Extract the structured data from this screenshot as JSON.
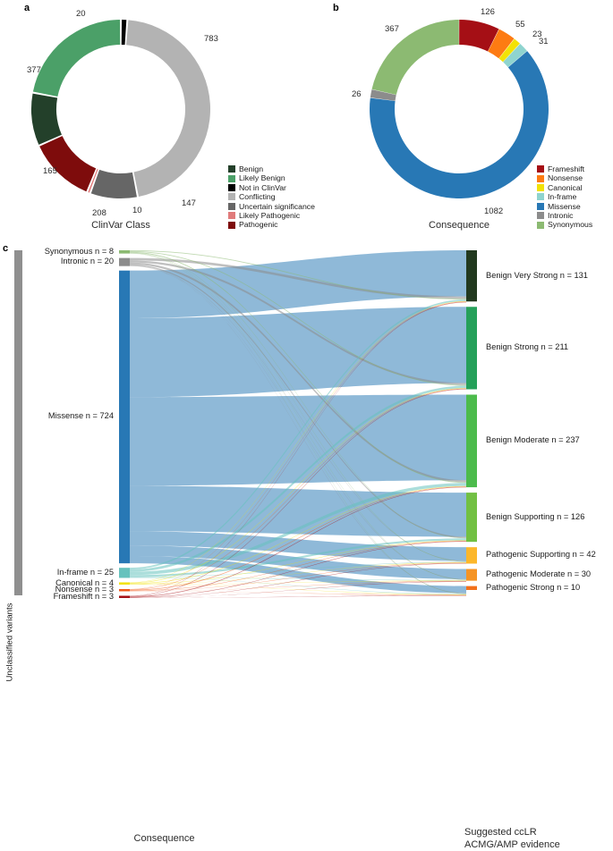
{
  "panels": {
    "a": {
      "letter": "a",
      "axis_title": "ClinVar Class"
    },
    "b": {
      "letter": "b",
      "axis_title": "Consequence"
    },
    "c": {
      "letter": "c",
      "left_axis_title": "Consequence",
      "right_axis_title_line1": "Suggested ccLR",
      "right_axis_title_line2": "ACMG/AMP evidence",
      "group_label": "Unclassified variants"
    }
  },
  "chart_data": [
    {
      "type": "pie",
      "id": "clinvar-class-donut",
      "title": "ClinVar Class",
      "categories": [
        "Not in ClinVar",
        "Conflicting",
        "Uncertain significance",
        "Likely Pathogenic",
        "Pathogenic",
        "Benign",
        "Likely Benign"
      ],
      "values": [
        20,
        783,
        147,
        10,
        208,
        165,
        377
      ],
      "colors": [
        "#000000",
        "#b3b3b3",
        "#666666",
        "#e07b7b",
        "#7e0c0c",
        "#23402a",
        "#4ba068"
      ],
      "legend": [
        {
          "label": "Benign",
          "color": "#23402a",
          "value": 165
        },
        {
          "label": "Likely Benign",
          "color": "#4ba068",
          "value": 377
        },
        {
          "label": "Not in ClinVar",
          "color": "#000000",
          "value": 20
        },
        {
          "label": "Conflicting",
          "color": "#b3b3b3",
          "value": 783
        },
        {
          "label": "Uncertain significance",
          "color": "#666666",
          "value": 147
        },
        {
          "label": "Likely Pathogenic",
          "color": "#e07b7b",
          "value": 10
        },
        {
          "label": "Pathogenic",
          "color": "#7e0c0c",
          "value": 208
        }
      ],
      "total": 1710,
      "legend_position": "bottom-right"
    },
    {
      "type": "pie",
      "id": "consequence-donut",
      "title": "Consequence",
      "categories": [
        "Frameshift",
        "Nonsense",
        "Canonical",
        "In-frame",
        "Missense",
        "Intronic",
        "Synonymous"
      ],
      "values": [
        126,
        55,
        23,
        31,
        1082,
        26,
        367
      ],
      "colors": [
        "#a50f15",
        "#fd7b12",
        "#f2e205",
        "#8fd4cf",
        "#2878b5",
        "#8c8c8c",
        "#8cba72"
      ],
      "legend": [
        {
          "label": "Frameshift",
          "color": "#a50f15",
          "value": 126
        },
        {
          "label": "Nonsense",
          "color": "#fd7b12",
          "value": 55
        },
        {
          "label": "Canonical",
          "color": "#f2e205",
          "value": 23
        },
        {
          "label": "In-frame",
          "color": "#8fd4cf",
          "value": 31
        },
        {
          "label": "Missense",
          "color": "#2878b5",
          "value": 1082
        },
        {
          "label": "Intronic",
          "color": "#8c8c8c",
          "value": 26
        },
        {
          "label": "Synonymous",
          "color": "#8cba72",
          "value": 367
        }
      ],
      "total": 1710,
      "legend_position": "bottom-right"
    },
    {
      "type": "sankey",
      "id": "consequence-to-ccLR-sankey",
      "title": "",
      "xlabel": "Consequence",
      "ylabel": "Suggested ccLR ACMG/AMP evidence",
      "source_nodes": [
        {
          "label": "Synonymous n = 8",
          "name": "Synonymous",
          "value": 8,
          "color": "#8cba72"
        },
        {
          "label": "Intronic n = 20",
          "name": "Intronic",
          "value": 20,
          "color": "#8c8c8c"
        },
        {
          "label": "Missense n = 724",
          "name": "Missense",
          "value": 724,
          "color": "#2878b5"
        },
        {
          "label": "In-frame n = 25",
          "name": "In-frame",
          "value": 25,
          "color": "#66c2bd"
        },
        {
          "label": "Canonical n = 4",
          "name": "Canonical",
          "value": 4,
          "color": "#f2e205"
        },
        {
          "label": "Nonsense n = 3",
          "name": "Nonsense",
          "value": 3,
          "color": "#f05a1a"
        },
        {
          "label": "Frameshift n = 3",
          "name": "Frameshift",
          "value": 3,
          "color": "#a50f15"
        }
      ],
      "target_nodes": [
        {
          "label": "Benign Very Strong n = 131",
          "name": "Benign Very Strong",
          "value": 131,
          "color": "#22391f"
        },
        {
          "label": "Benign Strong n = 211",
          "name": "Benign Strong",
          "value": 211,
          "color": "#25a05a"
        },
        {
          "label": "Benign Moderate n = 237",
          "name": "Benign Moderate",
          "value": 237,
          "color": "#4cbb4c"
        },
        {
          "label": "Benign Supporting n = 126",
          "name": "Benign Supporting",
          "value": 126,
          "color": "#72c043"
        },
        {
          "label": "Pathogenic Supporting n = 42",
          "name": "Pathogenic Supporting",
          "value": 42,
          "color": "#fcb72b"
        },
        {
          "label": "Pathogenic Moderate n = 30",
          "name": "Pathogenic Moderate",
          "value": 30,
          "color": "#f59425"
        },
        {
          "label": "Pathogenic Strong n = 10",
          "name": "Pathogenic Strong",
          "value": 10,
          "color": "#f2711c"
        }
      ],
      "total": 787,
      "group_label": "Unclassified variants"
    }
  ]
}
